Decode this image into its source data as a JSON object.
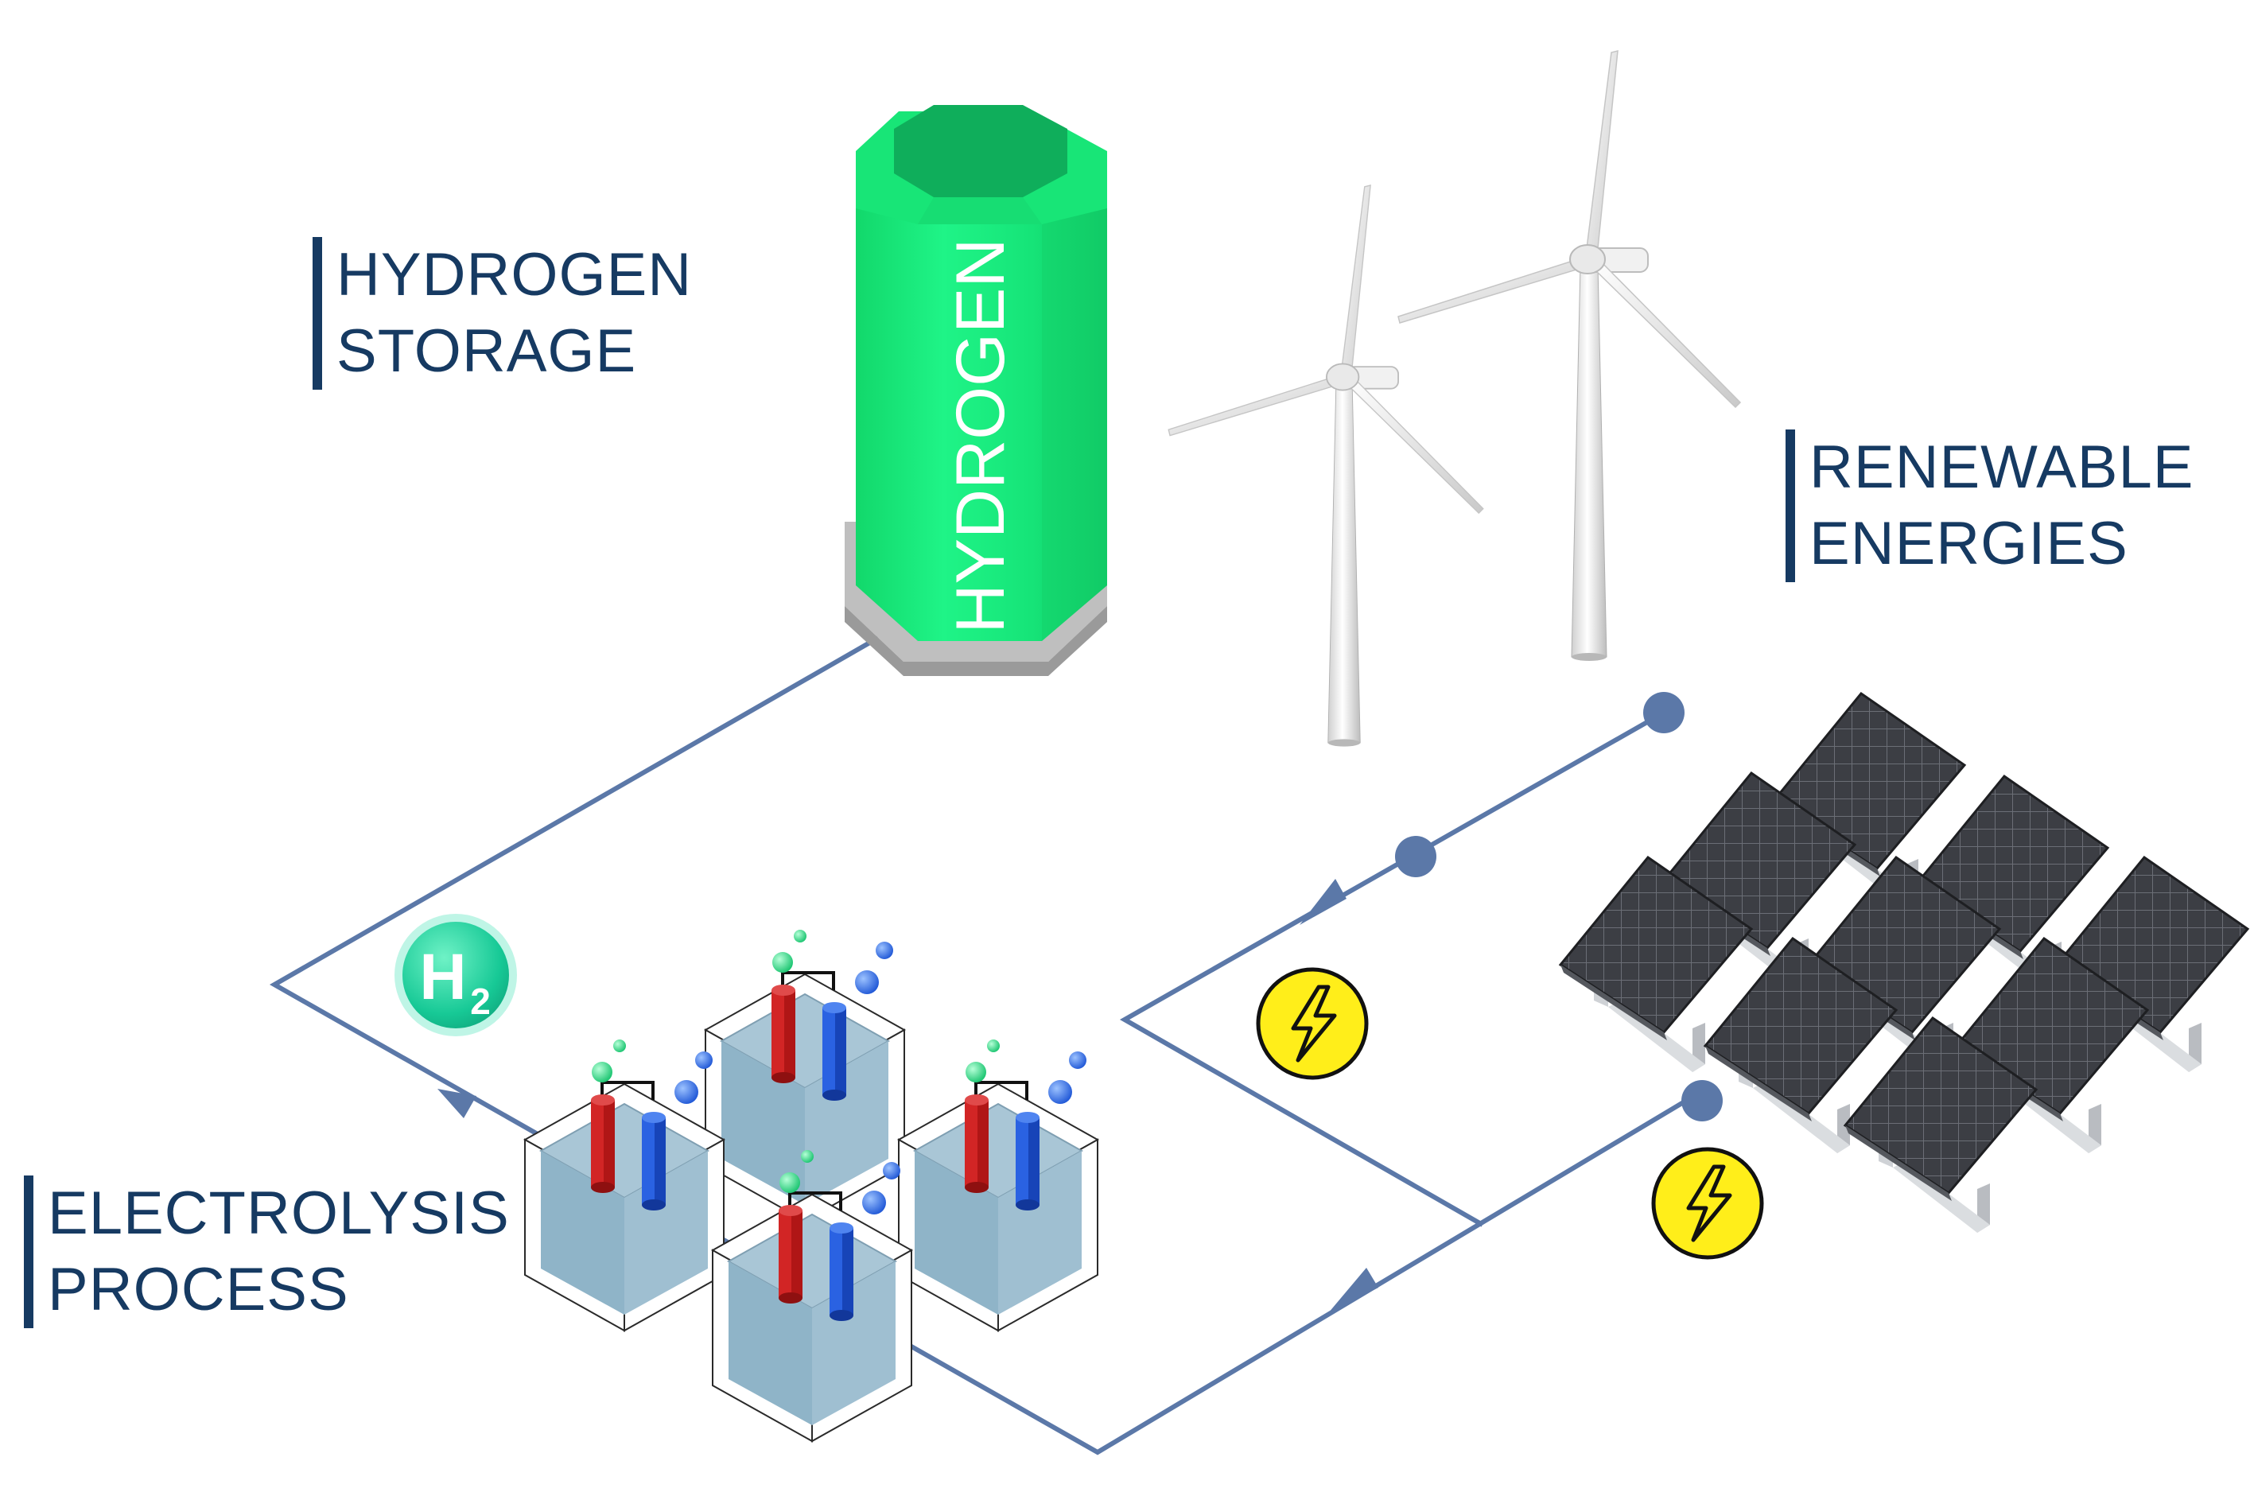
{
  "labels": {
    "storage": {
      "line1": "HYDROGEN",
      "line2": "STORAGE"
    },
    "renewable": {
      "line1": "RENEWABLE",
      "line2": "ENERGIES"
    },
    "electrolysis": {
      "line1": "ELECTROLYSIS",
      "line2": "PROCESS"
    }
  },
  "tank": {
    "label": "HYDROGEN"
  },
  "h2_badge": {
    "symbol": "H",
    "subscript": "2"
  },
  "colors": {
    "title_text": "#163a62",
    "flow_line": "#5b78a8",
    "tank_green": "#1aef7e",
    "power_yellow": "#ffee1a",
    "water": "#8fb4c8",
    "electrode_red": "#cc1c1c",
    "electrode_blue": "#1f57d6",
    "solar_panel": "#3b3d42"
  },
  "icons": {
    "power": "lightning-bolt-icon",
    "turbine": "wind-turbine-icon",
    "solar": "solar-panel-icon",
    "cell": "electrolysis-cell-icon"
  }
}
